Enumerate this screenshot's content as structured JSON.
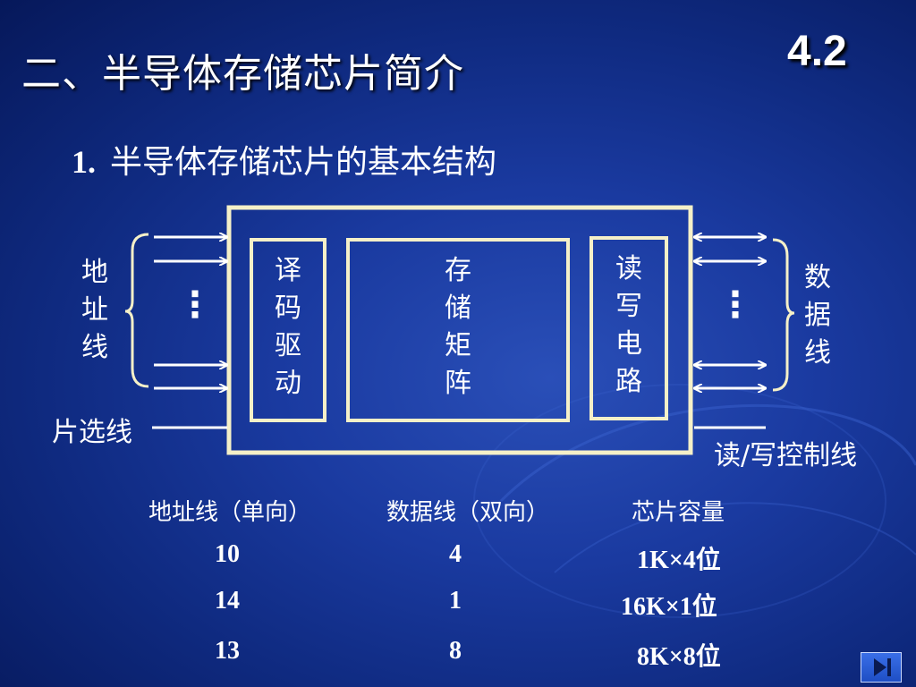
{
  "slide": {
    "title": "二、半导体存储芯片简介",
    "page_number": "4.2",
    "subtitle_num": "1.",
    "subtitle_text": "半导体存储芯片的基本结构"
  },
  "diagram": {
    "address_label": [
      "地",
      "址",
      "线"
    ],
    "decoder_label": [
      "译",
      "码",
      "驱",
      "动"
    ],
    "matrix_label": [
      "存",
      "储",
      "矩",
      "阵"
    ],
    "rw_circuit_label": [
      "读",
      "写",
      "电",
      "路"
    ],
    "data_label": [
      "数",
      "据",
      "线"
    ],
    "chip_select_label": "片选线",
    "rw_control_label": "读/写控制线",
    "ellipsis_left": "⋮",
    "ellipsis_right": "⋮"
  },
  "table": {
    "headers": [
      "地址线（单向）",
      "数据线（双向）",
      "芯片容量"
    ],
    "rows": [
      [
        "10",
        "4",
        "1K×4位"
      ],
      [
        "14",
        "1",
        "16K×1位"
      ],
      [
        "13",
        "8",
        "8K×8位"
      ]
    ]
  },
  "nav": {
    "icon": "next-slide-icon"
  },
  "colors": {
    "background": "#1a3aa0",
    "line": "#ffffff",
    "frame": "#f5f0c8"
  }
}
